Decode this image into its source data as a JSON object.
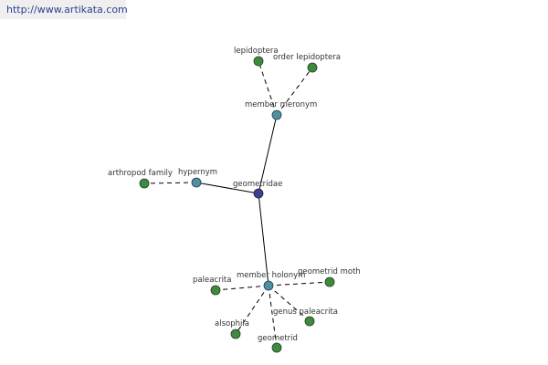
{
  "header": {
    "url": "http://www.artikata.com"
  },
  "graph": {
    "center": {
      "label": "geometridae"
    },
    "relations": [
      {
        "label": "member meronym",
        "targets": [
          "lepidoptera",
          "order lepidoptera"
        ]
      },
      {
        "label": "hypernym",
        "targets": [
          "arthropod family"
        ]
      },
      {
        "label": "member holonym",
        "targets": [
          "geometrid moth",
          "paleacrita",
          "alsophila",
          "genus paleacrita",
          "geometrid"
        ]
      }
    ]
  },
  "colors": {
    "leaf_node": "#3f8a3f",
    "relation_node": "#4f8f9f",
    "center_node": "#3f3f8f"
  }
}
